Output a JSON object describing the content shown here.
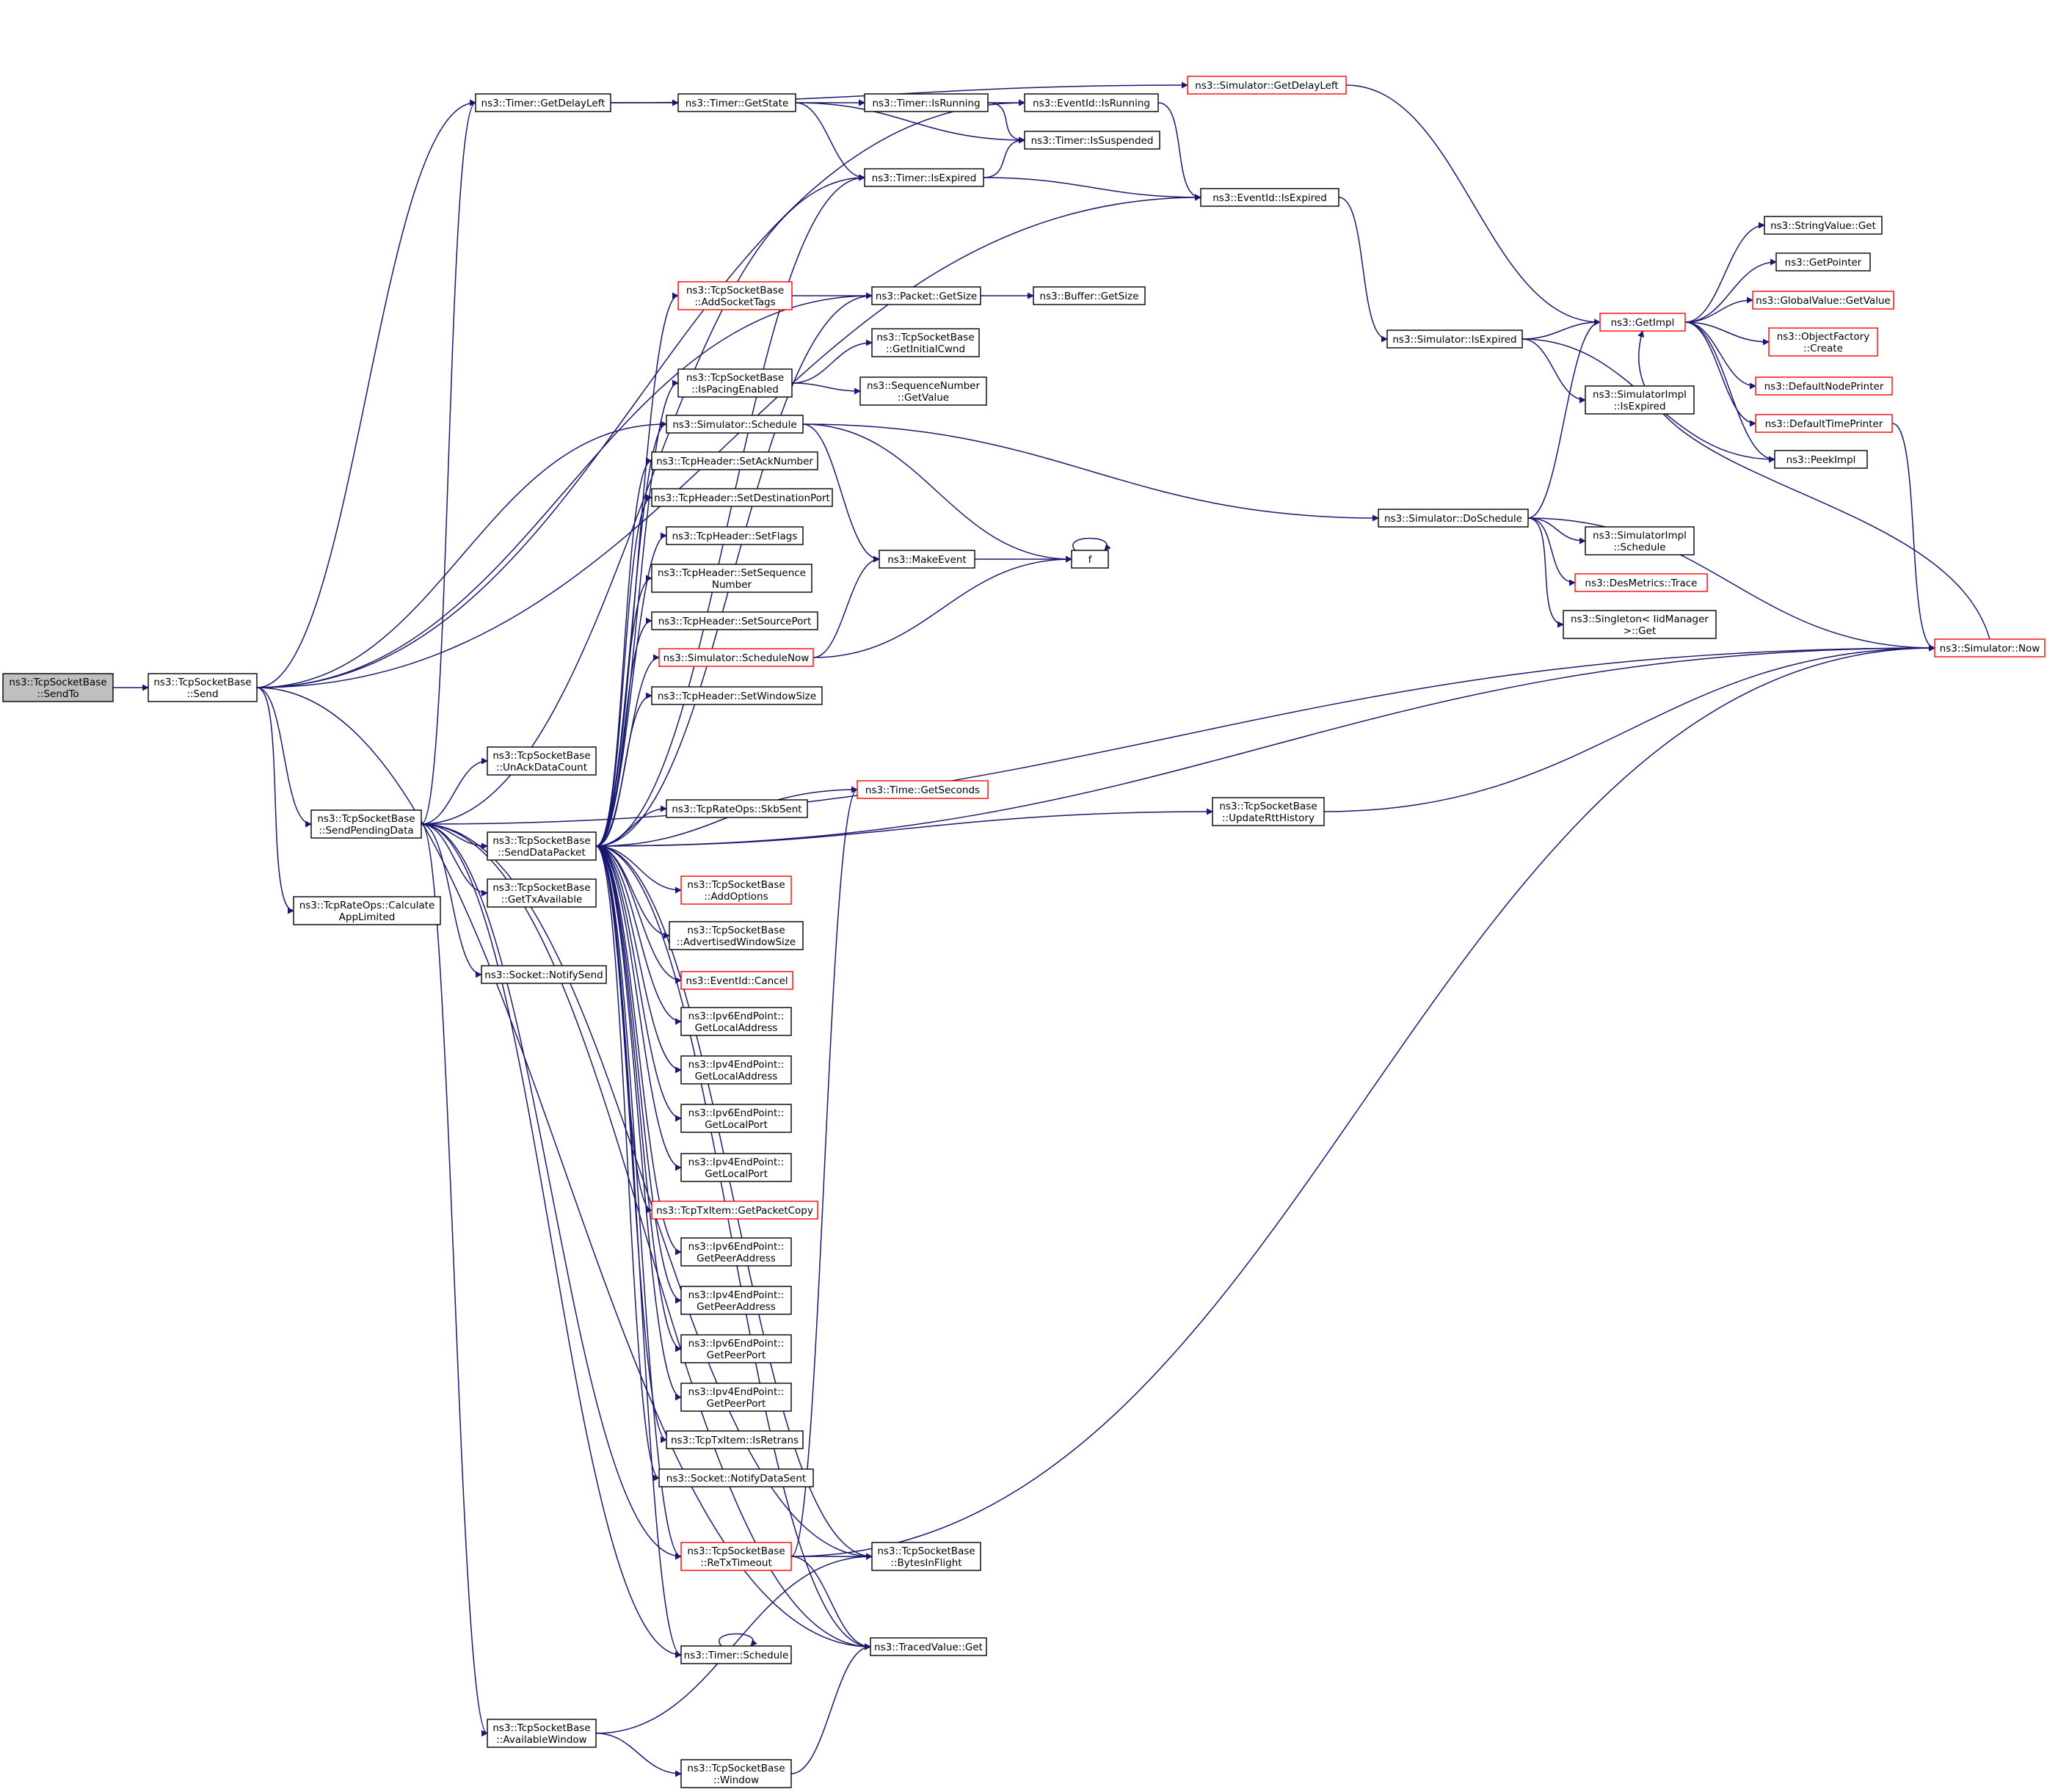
{
  "diagram": {
    "type": "call-graph",
    "colors": {
      "edge": "#191970",
      "normal_border": "#000000",
      "truncated_border": "#ff0000",
      "root_fill": "#bfbfbf"
    },
    "nodes": [
      {
        "id": "sendto",
        "lines": [
          "ns3::TcpSocketBase",
          "::SendTo"
        ],
        "style": "root"
      },
      {
        "id": "send",
        "lines": [
          "ns3::TcpSocketBase",
          "::Send"
        ],
        "style": "normal"
      },
      {
        "id": "spd",
        "lines": [
          "ns3::TcpSocketBase",
          "::SendPendingData"
        ],
        "style": "normal"
      },
      {
        "id": "rateapp",
        "lines": [
          "ns3::TcpRateOps::Calculate",
          "AppLimited"
        ],
        "style": "normal"
      },
      {
        "id": "getdelay",
        "lines": [
          "ns3::Timer::GetDelayLeft"
        ],
        "style": "normal"
      },
      {
        "id": "unack",
        "lines": [
          "ns3::TcpSocketBase",
          "::UnAckDataCount"
        ],
        "style": "normal"
      },
      {
        "id": "sdp",
        "lines": [
          "ns3::TcpSocketBase",
          "::SendDataPacket"
        ],
        "style": "normal"
      },
      {
        "id": "gettxav",
        "lines": [
          "ns3::TcpSocketBase",
          "::GetTxAvailable"
        ],
        "style": "normal"
      },
      {
        "id": "notifysend",
        "lines": [
          "ns3::Socket::NotifySend"
        ],
        "style": "normal"
      },
      {
        "id": "availwin",
        "lines": [
          "ns3::TcpSocketBase",
          "::AvailableWindow"
        ],
        "style": "normal"
      },
      {
        "id": "getstate",
        "lines": [
          "ns3::Timer::GetState"
        ],
        "style": "normal"
      },
      {
        "id": "addsock",
        "lines": [
          "ns3::TcpSocketBase",
          "::AddSocketTags"
        ],
        "style": "red"
      },
      {
        "id": "ispacing",
        "lines": [
          "ns3::TcpSocketBase",
          "::IsPacingEnabled"
        ],
        "style": "normal"
      },
      {
        "id": "schedule",
        "lines": [
          "ns3::Simulator::Schedule"
        ],
        "style": "normal"
      },
      {
        "id": "setack",
        "lines": [
          "ns3::TcpHeader::SetAckNumber"
        ],
        "style": "normal"
      },
      {
        "id": "setdst",
        "lines": [
          "ns3::TcpHeader::SetDestinationPort"
        ],
        "style": "normal"
      },
      {
        "id": "setflags",
        "lines": [
          "ns3::TcpHeader::SetFlags"
        ],
        "style": "normal"
      },
      {
        "id": "setseq",
        "lines": [
          "ns3::TcpHeader::SetSequence",
          "Number"
        ],
        "style": "normal"
      },
      {
        "id": "setsrc",
        "lines": [
          "ns3::TcpHeader::SetSourcePort"
        ],
        "style": "normal"
      },
      {
        "id": "schednow",
        "lines": [
          "ns3::Simulator::ScheduleNow"
        ],
        "style": "red"
      },
      {
        "id": "setwin",
        "lines": [
          "ns3::TcpHeader::SetWindowSize"
        ],
        "style": "normal"
      },
      {
        "id": "skbsent",
        "lines": [
          "ns3::TcpRateOps::SkbSent"
        ],
        "style": "normal"
      },
      {
        "id": "addopt",
        "lines": [
          "ns3::TcpSocketBase",
          "::AddOptions"
        ],
        "style": "red"
      },
      {
        "id": "advwin",
        "lines": [
          "ns3::TcpSocketBase",
          "::AdvertisedWindowSize"
        ],
        "style": "normal"
      },
      {
        "id": "cancel",
        "lines": [
          "ns3::EventId::Cancel"
        ],
        "style": "red"
      },
      {
        "id": "ip6la",
        "lines": [
          "ns3::Ipv6EndPoint::",
          "GetLocalAddress"
        ],
        "style": "normal"
      },
      {
        "id": "ip4la",
        "lines": [
          "ns3::Ipv4EndPoint::",
          "GetLocalAddress"
        ],
        "style": "normal"
      },
      {
        "id": "ip6lp",
        "lines": [
          "ns3::Ipv6EndPoint::",
          "GetLocalPort"
        ],
        "style": "normal"
      },
      {
        "id": "ip4lp",
        "lines": [
          "ns3::Ipv4EndPoint::",
          "GetLocalPort"
        ],
        "style": "normal"
      },
      {
        "id": "txcopy",
        "lines": [
          "ns3::TcpTxItem::GetPacketCopy"
        ],
        "style": "red"
      },
      {
        "id": "ip6pa",
        "lines": [
          "ns3::Ipv6EndPoint::",
          "GetPeerAddress"
        ],
        "style": "normal"
      },
      {
        "id": "ip4pa",
        "lines": [
          "ns3::Ipv4EndPoint::",
          "GetPeerAddress"
        ],
        "style": "normal"
      },
      {
        "id": "ip6pp",
        "lines": [
          "ns3::Ipv6EndPoint::",
          "GetPeerPort"
        ],
        "style": "normal"
      },
      {
        "id": "ip4pp",
        "lines": [
          "ns3::Ipv4EndPoint::",
          "GetPeerPort"
        ],
        "style": "normal"
      },
      {
        "id": "isretrans",
        "lines": [
          "ns3::TcpTxItem::IsRetrans"
        ],
        "style": "normal"
      },
      {
        "id": "notifydata",
        "lines": [
          "ns3::Socket::NotifyDataSent"
        ],
        "style": "normal"
      },
      {
        "id": "retx",
        "lines": [
          "ns3::TcpSocketBase",
          "::ReTxTimeout"
        ],
        "style": "red"
      },
      {
        "id": "tsched",
        "lines": [
          "ns3::Timer::Schedule"
        ],
        "style": "normal"
      },
      {
        "id": "window",
        "lines": [
          "ns3::TcpSocketBase",
          "::Window"
        ],
        "style": "normal"
      },
      {
        "id": "isrunning",
        "lines": [
          "ns3::Timer::IsRunning"
        ],
        "style": "normal"
      },
      {
        "id": "isexpiredT",
        "lines": [
          "ns3::Timer::IsExpired"
        ],
        "style": "normal"
      },
      {
        "id": "pktsize",
        "lines": [
          "ns3::Packet::GetSize"
        ],
        "style": "normal"
      },
      {
        "id": "initcwnd",
        "lines": [
          "ns3::TcpSocketBase",
          "::GetInitialCwnd"
        ],
        "style": "normal"
      },
      {
        "id": "seqval",
        "lines": [
          "ns3::SequenceNumber",
          "::GetValue"
        ],
        "style": "normal"
      },
      {
        "id": "makeevent",
        "lines": [
          "ns3::MakeEvent"
        ],
        "style": "normal"
      },
      {
        "id": "getsec",
        "lines": [
          "ns3::Time::GetSeconds"
        ],
        "style": "red"
      },
      {
        "id": "bif",
        "lines": [
          "ns3::TcpSocketBase",
          "::BytesInFlight"
        ],
        "style": "normal"
      },
      {
        "id": "tvget",
        "lines": [
          "ns3::TracedValue::Get"
        ],
        "style": "normal"
      },
      {
        "id": "eidrun",
        "lines": [
          "ns3::EventId::IsRunning"
        ],
        "style": "normal"
      },
      {
        "id": "issusp",
        "lines": [
          "ns3::Timer::IsSuspended"
        ],
        "style": "normal"
      },
      {
        "id": "bufsize",
        "lines": [
          "ns3::Buffer::GetSize"
        ],
        "style": "normal"
      },
      {
        "id": "f",
        "lines": [
          "f"
        ],
        "style": "normal"
      },
      {
        "id": "simdelay",
        "lines": [
          "ns3::Simulator::GetDelayLeft"
        ],
        "style": "red"
      },
      {
        "id": "eidexp",
        "lines": [
          "ns3::EventId::IsExpired"
        ],
        "style": "normal"
      },
      {
        "id": "updrtt",
        "lines": [
          "ns3::TcpSocketBase",
          "::UpdateRttHistory"
        ],
        "style": "normal"
      },
      {
        "id": "simisexp",
        "lines": [
          "ns3::Simulator::IsExpired"
        ],
        "style": "normal"
      },
      {
        "id": "dosched",
        "lines": [
          "ns3::Simulator::DoSchedule"
        ],
        "style": "normal"
      },
      {
        "id": "getimpl",
        "lines": [
          "ns3::GetImpl"
        ],
        "style": "red"
      },
      {
        "id": "implexp",
        "lines": [
          "ns3::SimulatorImpl",
          "::IsExpired"
        ],
        "style": "normal"
      },
      {
        "id": "implsched",
        "lines": [
          "ns3::SimulatorImpl",
          "::Schedule"
        ],
        "style": "normal"
      },
      {
        "id": "trace",
        "lines": [
          "ns3::DesMetrics::Trace"
        ],
        "style": "red"
      },
      {
        "id": "singleton",
        "lines": [
          "ns3::Singleton< IidManager",
          " >::Get"
        ],
        "style": "normal"
      },
      {
        "id": "strget",
        "lines": [
          "ns3::StringValue::Get"
        ],
        "style": "normal"
      },
      {
        "id": "getptr",
        "lines": [
          "ns3::GetPointer"
        ],
        "style": "normal"
      },
      {
        "id": "gvget",
        "lines": [
          "ns3::GlobalValue::GetValue"
        ],
        "style": "red"
      },
      {
        "id": "objcreate",
        "lines": [
          "ns3::ObjectFactory",
          "::Create"
        ],
        "style": "red"
      },
      {
        "id": "nodeprint",
        "lines": [
          "ns3::DefaultNodePrinter"
        ],
        "style": "red"
      },
      {
        "id": "timeprint",
        "lines": [
          "ns3::DefaultTimePrinter"
        ],
        "style": "red"
      },
      {
        "id": "peekimpl",
        "lines": [
          "ns3::PeekImpl"
        ],
        "style": "normal"
      },
      {
        "id": "now",
        "lines": [
          "ns3::Simulator::Now"
        ],
        "style": "red"
      }
    ]
  }
}
